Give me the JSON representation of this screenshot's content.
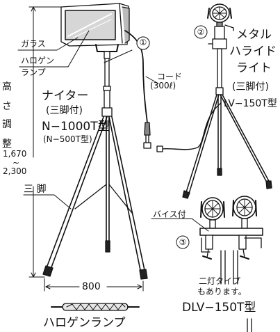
{
  "labels": {
    "glass": "ガラス",
    "halogen_lamp_part": [
      "ハロゲン",
      "ランプ"
    ],
    "circle1": "①",
    "circle2": "②",
    "circle3": "③",
    "cord": "コード",
    "cord_len": "(300ℓ)",
    "height_adjust": [
      "高",
      "さ",
      "調",
      "整"
    ],
    "height_min": "1,670",
    "height_tilde": "~",
    "height_max": "2,300",
    "tripod_leg": "三 脚",
    "width": "800",
    "bottom_lamp": "ハロゲンランプ",
    "vise": "バイス付",
    "two_lamp_note": [
      "二灯タイプ",
      "もあります。"
    ]
  },
  "products": {
    "p1_name": "ナイター",
    "p1_sub": "(三脚付)",
    "p1_model": "N−1000T型",
    "p1_model_alt": "(N−500T型)",
    "p2_name": [
      "メタル",
      "ハライド",
      "ライト"
    ],
    "p2_sub": "(三脚付)",
    "p2_model": "LV−150T型",
    "p3_model": "DLV−150T型"
  }
}
